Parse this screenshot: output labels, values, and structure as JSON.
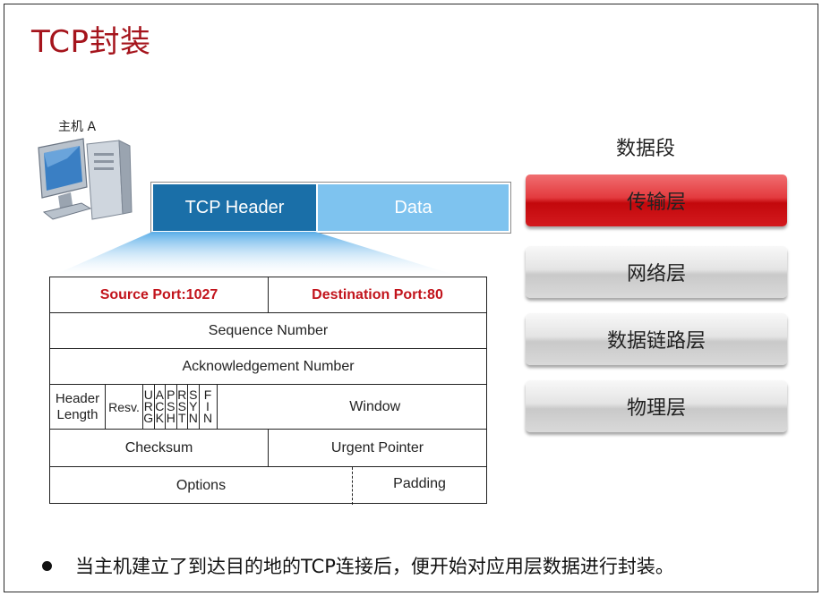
{
  "title": "TCP封装",
  "host": {
    "label": "主机 A",
    "icon": "desktop-computer-icon"
  },
  "segment": {
    "header": "TCP Header",
    "data": "Data"
  },
  "tcp_header": {
    "source_port": "Source Port:1027",
    "destination_port": "Destination Port:80",
    "sequence_number": "Sequence Number",
    "ack_number": "Acknowledgement Number",
    "header_length_line1": "Header",
    "header_length_line2": "Length",
    "reserved": "Resv.",
    "flags": [
      {
        "c1": "U",
        "c2": "R",
        "c3": "G"
      },
      {
        "c1": "A",
        "c2": "C",
        "c3": "K"
      },
      {
        "c1": "P",
        "c2": "S",
        "c3": "H"
      },
      {
        "c1": "R",
        "c2": "S",
        "c3": "T"
      },
      {
        "c1": "S",
        "c2": "Y",
        "c3": "N"
      },
      {
        "c1": "F",
        "c2": "I",
        "c3": "N"
      }
    ],
    "window": "Window",
    "checksum": "Checksum",
    "urgent_pointer": "Urgent  Pointer",
    "options": "Options",
    "padding": "Padding"
  },
  "layers_label": "数据段",
  "layers": [
    {
      "name": "传输层",
      "active": true
    },
    {
      "name": "网络层",
      "active": false
    },
    {
      "name": "数据链路层",
      "active": false
    },
    {
      "name": "物理层",
      "active": false
    }
  ],
  "colors": {
    "title": "#a5141c",
    "tcp_header": "#1a6fa8",
    "data": "#7ec3ef",
    "active_layer": "#d31a1e",
    "port_text": "#c2141c"
  },
  "bullet_text": "当主机建立了到达目的地的TCP连接后，便开始对应用层数据进行封装。"
}
